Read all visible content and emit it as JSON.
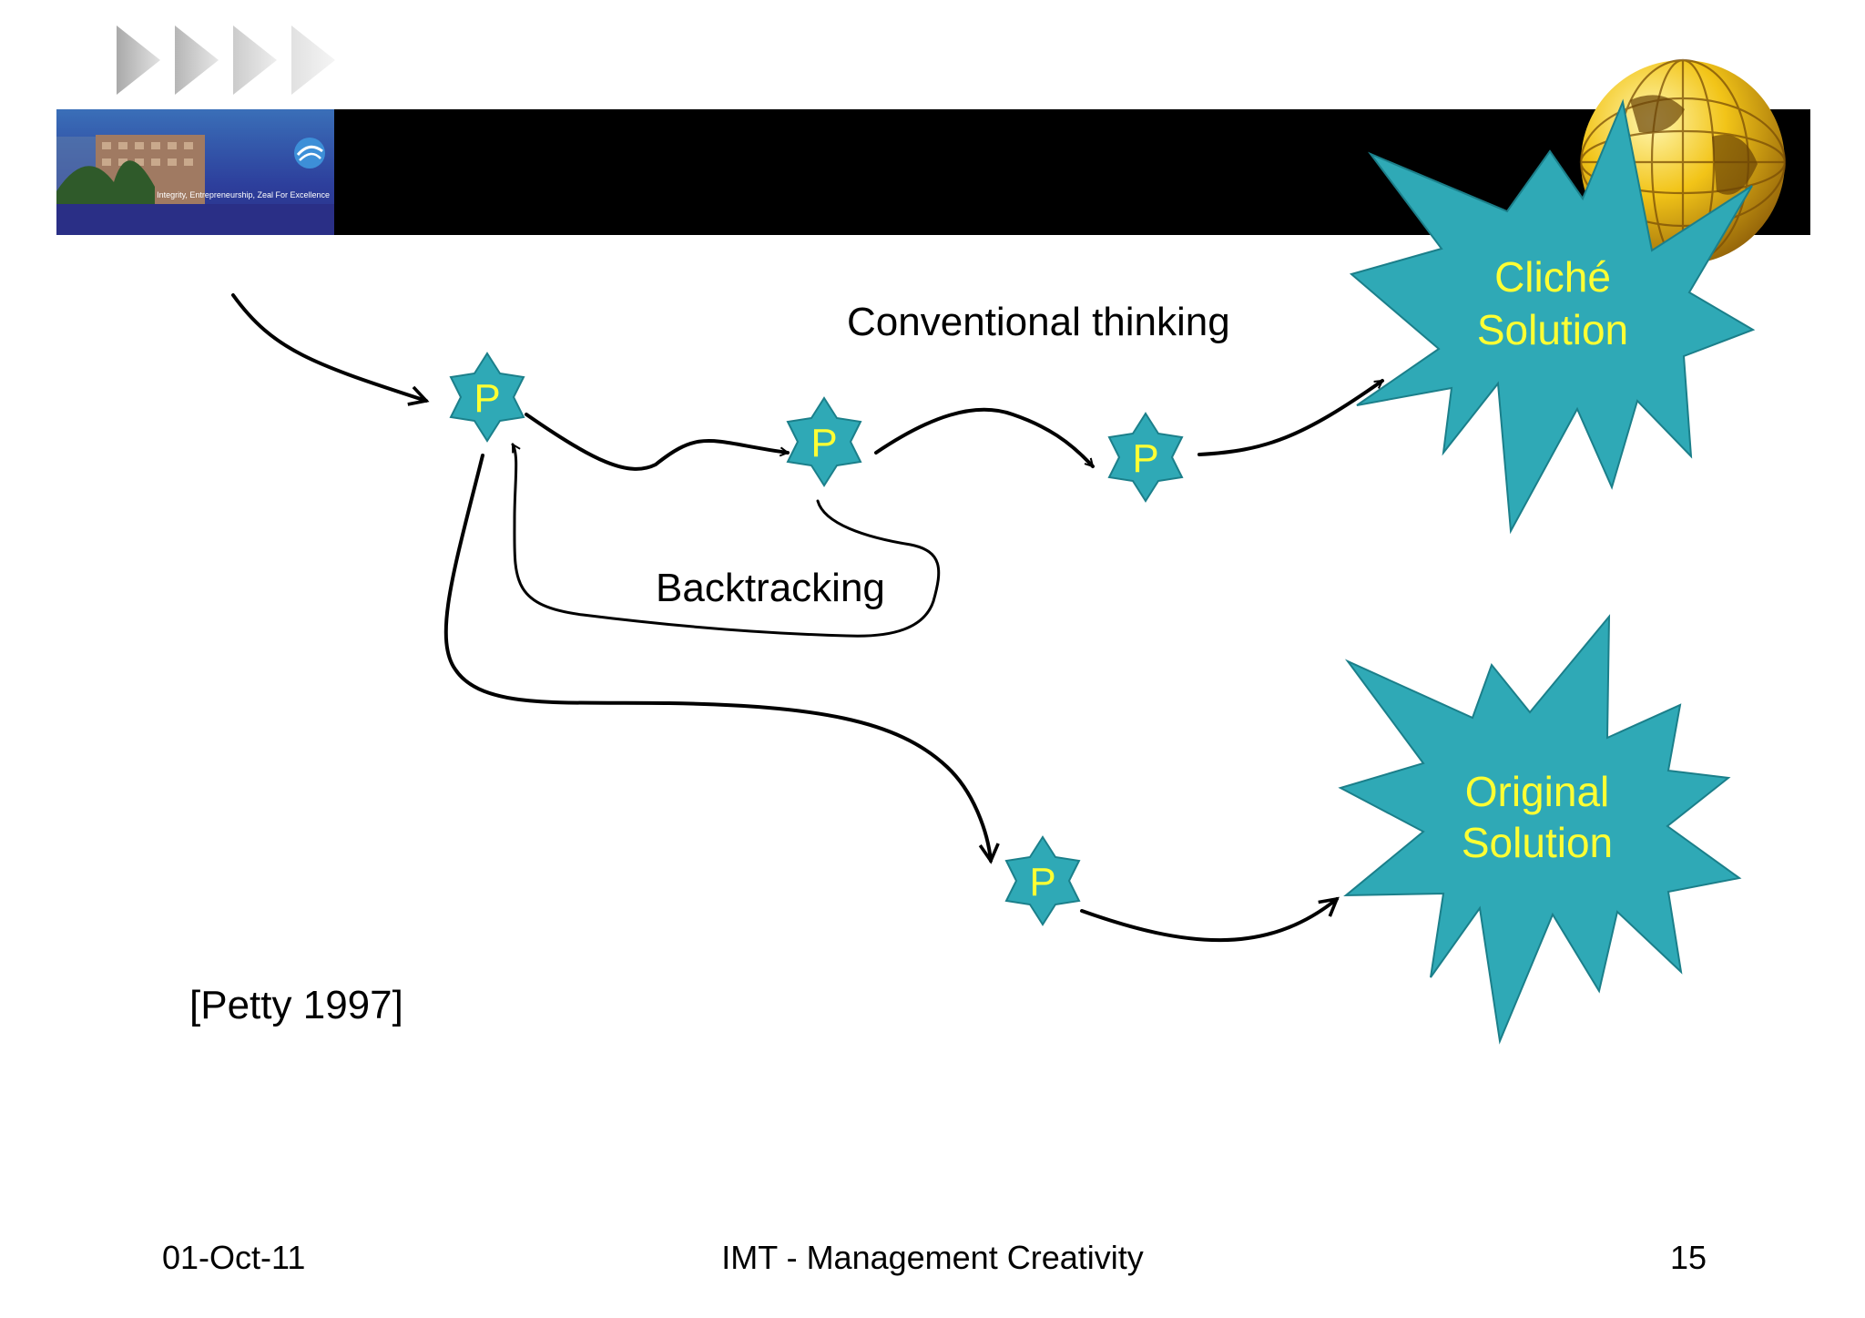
{
  "header": {
    "banner_caption": "Integrity, Entrepreneurship, Zeal For Excellence",
    "colors": {
      "bar": "#000000",
      "banner_bg": "#2f3c9e",
      "arrow_gray": "#b5b5b5"
    },
    "icons": [
      "navigation-arrows-icon",
      "globe-icon",
      "institute-logo-icon"
    ]
  },
  "diagram": {
    "conventional_label": "Conventional thinking",
    "backtracking_label": "Backtracking",
    "node_label": "P",
    "cliche_line1": "Cliché",
    "cliche_line2": "Solution",
    "original_line1": "Original",
    "original_line2": "Solution",
    "colors": {
      "node_fill": "#2aa7b4",
      "node_text": "#ffff33",
      "stroke": "#000000"
    }
  },
  "citation": "[Petty 1997]",
  "footer": {
    "date": "01-Oct-11",
    "title": "IMT - Management Creativity",
    "page": "15"
  }
}
